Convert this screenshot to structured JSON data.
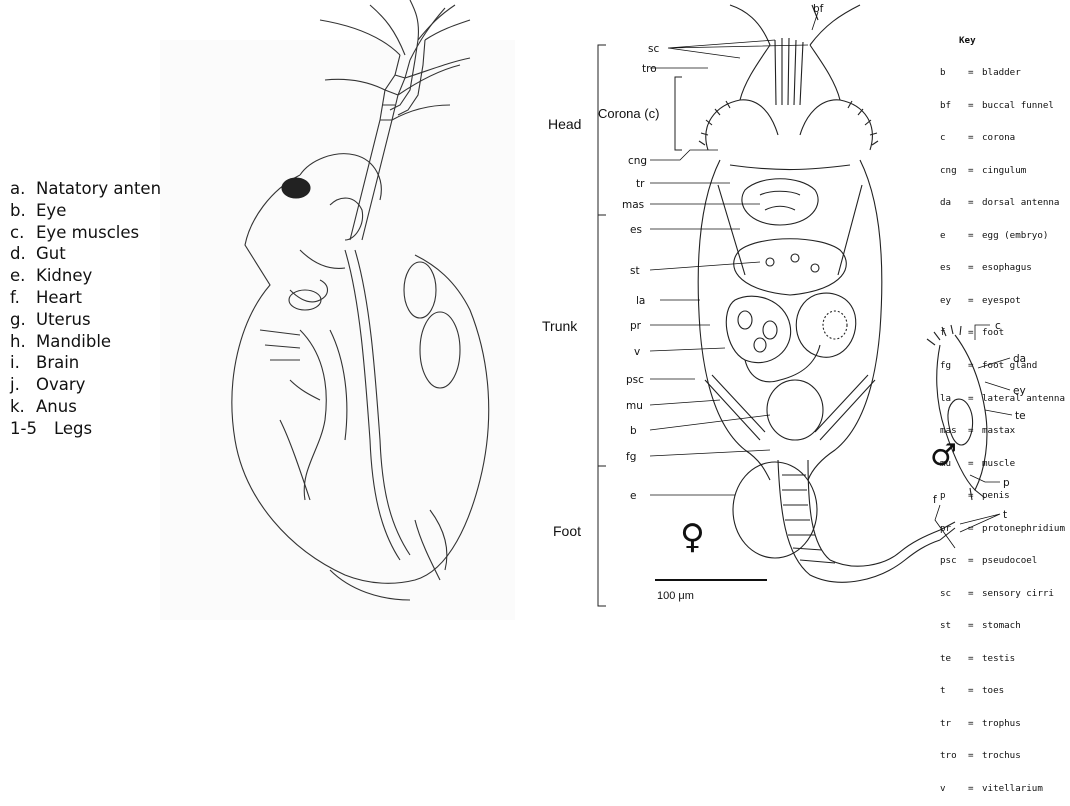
{
  "left_legend": [
    {
      "letter": "a.",
      "label": "Natatory antenna"
    },
    {
      "letter": "b.",
      "label": "Eye"
    },
    {
      "letter": "c.",
      "label": "Eye muscles"
    },
    {
      "letter": "d.",
      "label": "Gut"
    },
    {
      "letter": "e.",
      "label": "Kidney"
    },
    {
      "letter": "f.",
      "label": "Heart"
    },
    {
      "letter": "g.",
      "label": "Uterus"
    },
    {
      "letter": "h.",
      "label": "Mandible"
    },
    {
      "letter": "i.",
      "label": "Brain"
    },
    {
      "letter": "j.",
      "label": "Ovary"
    },
    {
      "letter": "k.",
      "label": "Anus"
    },
    {
      "letter": "1-5",
      "label": "Legs"
    }
  ],
  "rotifer": {
    "regions": {
      "head": "Head",
      "trunk": "Trunk",
      "foot": "Foot"
    },
    "corona_label": "Corona (c)",
    "labels": {
      "sc": "sc",
      "tro": "tro",
      "cng": "cng",
      "tr": "tr",
      "mas": "mas",
      "es": "es",
      "st": "st",
      "la": "la",
      "pr": "pr",
      "v": "v",
      "psc": "psc",
      "mu": "mu",
      "b": "b",
      "fg": "fg",
      "e": "e",
      "bf": "bf",
      "c": "c",
      "da": "da",
      "ey": "ey",
      "te": "te",
      "p": "p",
      "f": "f",
      "t": "t"
    },
    "female_symbol": "♀",
    "male_symbol": "♂",
    "scale_bar": "100 μm",
    "key_title": "Key",
    "key": [
      {
        "abbr": "b",
        "name": "bladder"
      },
      {
        "abbr": "bf",
        "name": "buccal funnel"
      },
      {
        "abbr": "c",
        "name": "corona"
      },
      {
        "abbr": "cng",
        "name": "cingulum"
      },
      {
        "abbr": "da",
        "name": "dorsal antenna"
      },
      {
        "abbr": "e",
        "name": "egg (embryo)"
      },
      {
        "abbr": "es",
        "name": "esophagus"
      },
      {
        "abbr": "ey",
        "name": "eyespot"
      },
      {
        "abbr": "f",
        "name": "foot"
      },
      {
        "abbr": "fg",
        "name": "foot gland"
      },
      {
        "abbr": "la",
        "name": "lateral antenna"
      },
      {
        "abbr": "mas",
        "name": "mastax"
      },
      {
        "abbr": "mu",
        "name": "muscle"
      },
      {
        "abbr": "p",
        "name": "penis"
      },
      {
        "abbr": "pr",
        "name": "protonephridium"
      },
      {
        "abbr": "psc",
        "name": "pseudocoel"
      },
      {
        "abbr": "sc",
        "name": "sensory cirri"
      },
      {
        "abbr": "st",
        "name": "stomach"
      },
      {
        "abbr": "te",
        "name": "testis"
      },
      {
        "abbr": "t",
        "name": "toes"
      },
      {
        "abbr": "tr",
        "name": "trophus"
      },
      {
        "abbr": "tro",
        "name": "trochus"
      },
      {
        "abbr": "v",
        "name": "vitellarium"
      }
    ]
  }
}
